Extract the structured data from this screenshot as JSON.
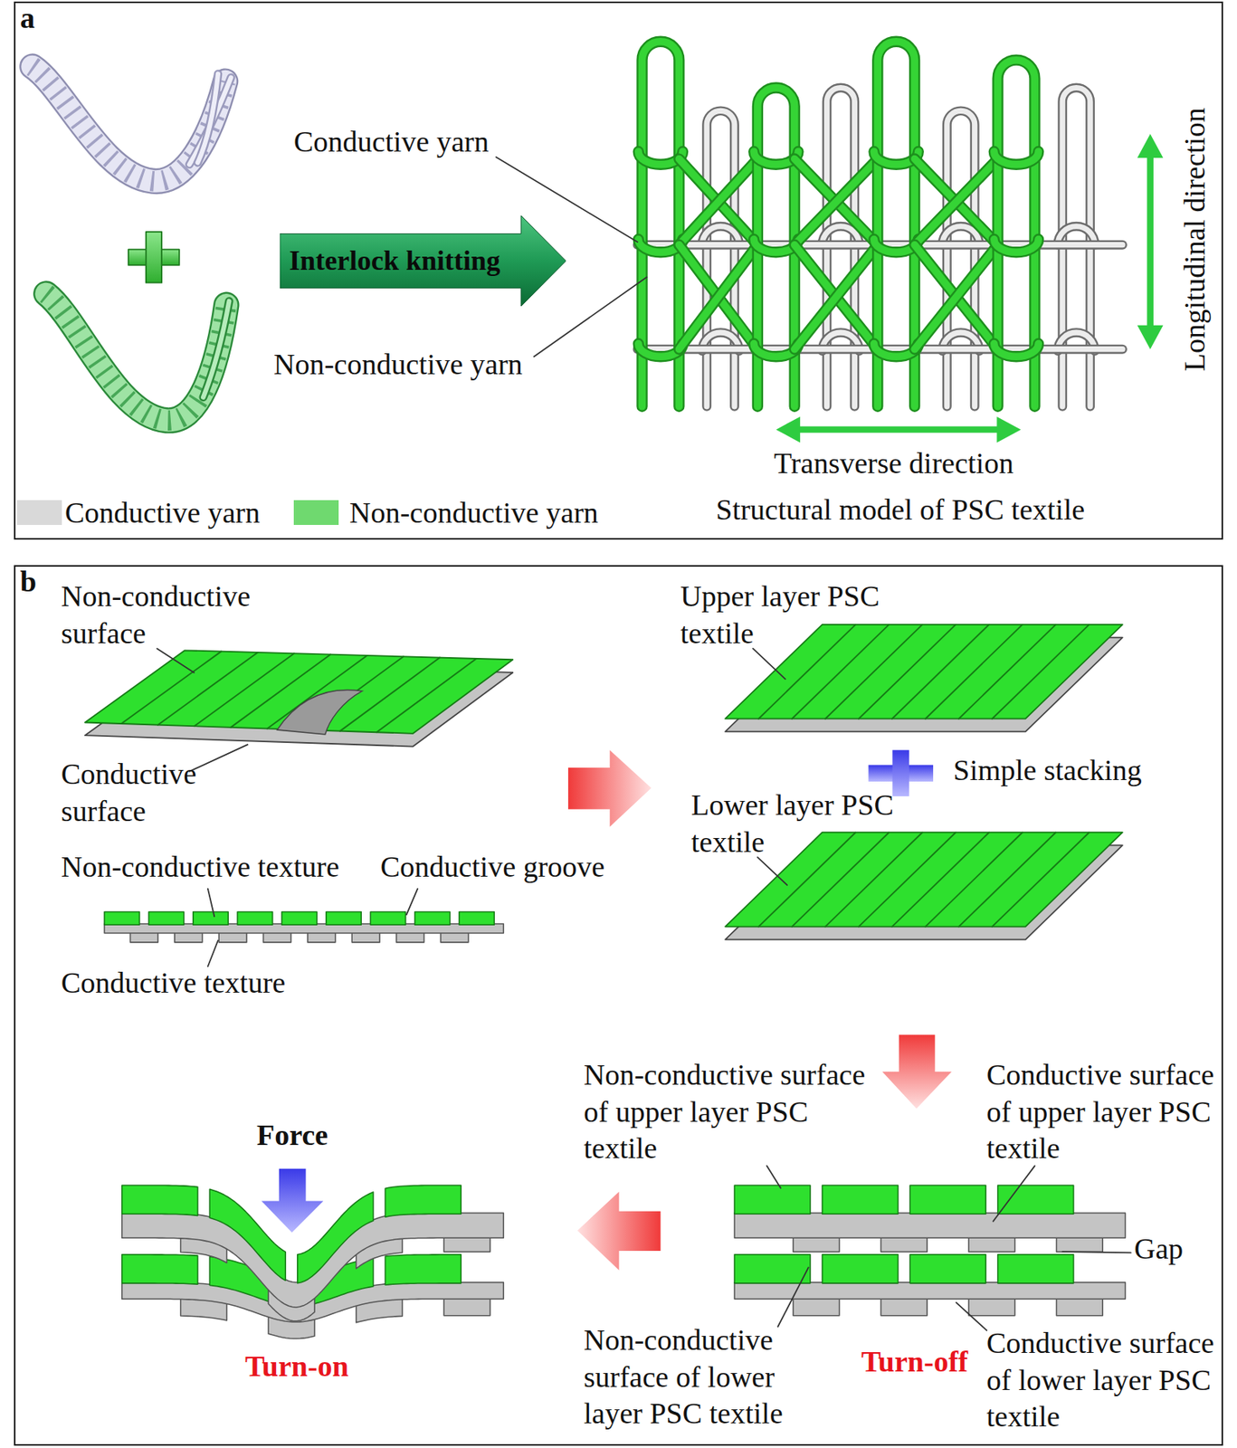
{
  "diagram": {
    "nodes": [
      {
        "text": [
          "a"
        ]
      },
      {
        "text": [
          "Interlock knitting"
        ],
        "in": 0
      },
      {
        "text": [
          "b"
        ]
      }
    ],
    "labels": [
      "Conductive yarn",
      "Non-conductive yarn",
      "Longitudinal direction",
      "Transverse direction",
      "Structural model of PSC textile",
      "Non-conductive surface",
      "Conductive surface",
      "Non-conductive texture",
      "Conductive groove",
      "Conductive texture",
      "Upper layer PSC textile",
      "Simple stacking",
      "Lower layer PSC textile",
      "Force",
      "Non-conductive surface of upper layer PSC textile",
      "Conductive surface of upper layer PSC textile",
      "Gap",
      "Turn-on",
      "Non-conductive surface of lower layer PSC textile",
      "Turn-off",
      "Conductive surface of lower layer PSC textile"
    ],
    "legend": [
      {
        "text": "Conductive yarn",
        "color": "#d9d9d9"
      },
      {
        "text": "Non-conductive yarn",
        "color": "#6fd96f"
      }
    ]
  }
}
